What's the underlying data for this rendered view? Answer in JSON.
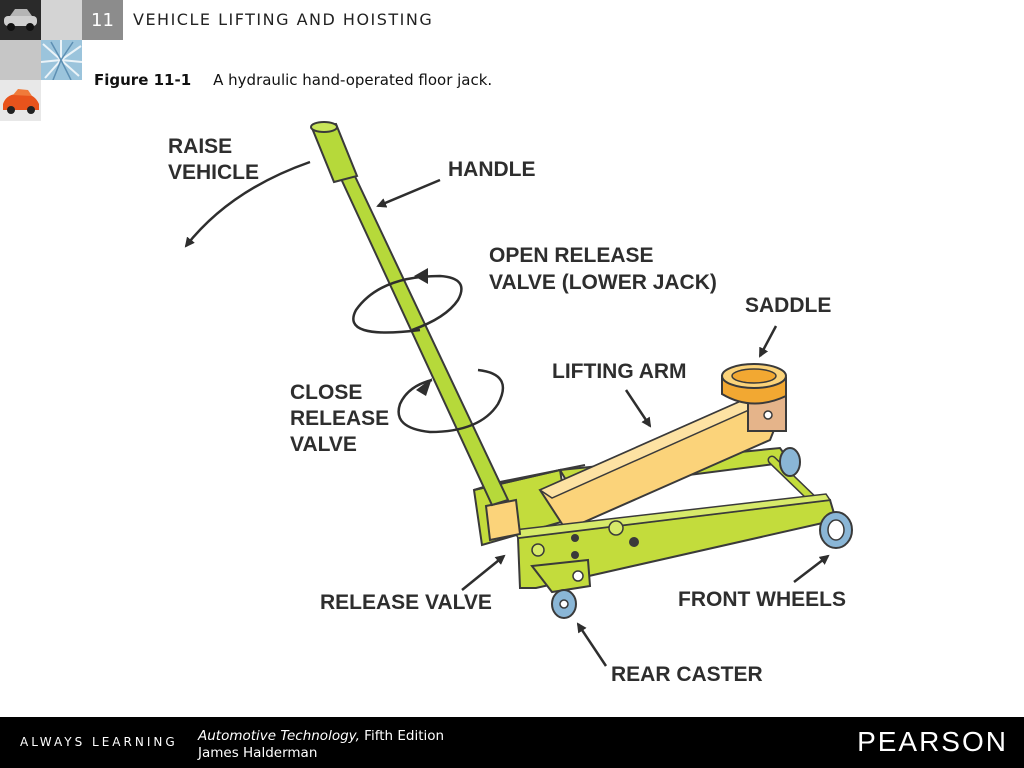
{
  "header": {
    "chapter_number": "11",
    "chapter_title": "VEHICLE LIFTING AND HOISTING"
  },
  "caption": {
    "figure_label": "Figure 11-1",
    "text": "A hydraulic hand-operated floor jack."
  },
  "diagram": {
    "labels": {
      "raise_line1": "RAISE",
      "raise_line2": "VEHICLE",
      "handle": "HANDLE",
      "open_line1": "OPEN RELEASE",
      "open_line2": "VALVE (LOWER JACK)",
      "saddle": "SADDLE",
      "lifting_arm": "LIFTING ARM",
      "close_line1": "CLOSE",
      "close_line2": "RELEASE",
      "close_line3": "VALVE",
      "release_valve": "RELEASE VALVE",
      "front_wheels": "FRONT WHEELS",
      "rear_caster": "REAR CASTER"
    },
    "colors": {
      "frame_green": "#c3dc3c",
      "arm_yellow": "#fbd37a",
      "saddle_orange": "#f2a832",
      "outline": "#3a3a3a",
      "wheel_blue": "#8ab6d6"
    }
  },
  "footer": {
    "tagline": "ALWAYS LEARNING",
    "book_title": "Automotive Technology,",
    "edition": " Fifth Edition",
    "author": "James Halderman",
    "publisher": "PEARSON"
  }
}
